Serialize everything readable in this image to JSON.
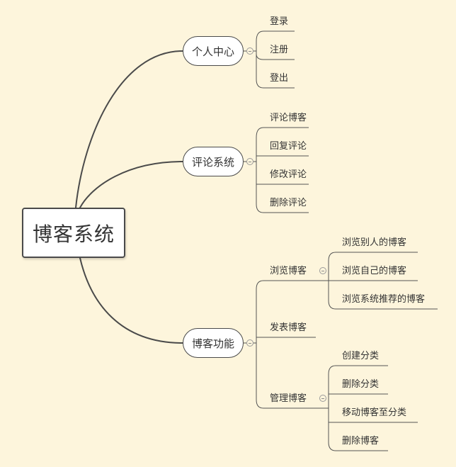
{
  "root": {
    "label": "博客系统"
  },
  "branches": [
    {
      "label": "个人中心",
      "children": [
        {
          "label": "登录"
        },
        {
          "label": "注册"
        },
        {
          "label": "登出"
        }
      ]
    },
    {
      "label": "评论系统",
      "children": [
        {
          "label": "评论博客"
        },
        {
          "label": "回复评论"
        },
        {
          "label": "修改评论"
        },
        {
          "label": "删除评论"
        }
      ]
    },
    {
      "label": "博客功能",
      "children": [
        {
          "label": "浏览博客",
          "children": [
            {
              "label": "浏览别人的博客"
            },
            {
              "label": "浏览自己的博客"
            },
            {
              "label": "浏览系统推荐的博客"
            }
          ]
        },
        {
          "label": "发表博客"
        },
        {
          "label": "管理博客",
          "children": [
            {
              "label": "创建分类"
            },
            {
              "label": "删除分类"
            },
            {
              "label": "移动博客至分类"
            },
            {
              "label": "删除博客"
            }
          ]
        }
      ]
    }
  ],
  "colors": {
    "background": "#fdf5dc",
    "line": "#4a4a4a",
    "node_fill": "#ffffff",
    "text": "#333333"
  }
}
